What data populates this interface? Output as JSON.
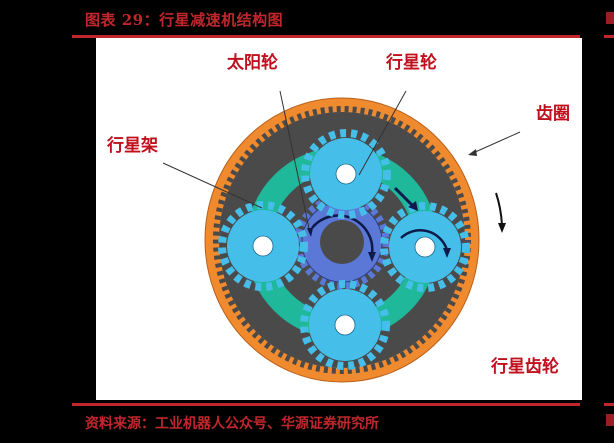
{
  "figure": {
    "title": "图表 29：行星减速机结构图",
    "source": "资料来源：工业机器人公众号、华源证券研究所"
  },
  "diagram": {
    "labels": {
      "sun_gear": "太阳轮",
      "planet_gear": "行星轮",
      "ring_gear": "齿圈",
      "carrier": "行星架",
      "planetary_gear": "行星齿轮"
    },
    "colors": {
      "accent_red": "#c0272d",
      "label_red": "#c0101e",
      "ring_orange": "#f08a2e",
      "gear_dark": "#4a4a4a",
      "carrier_teal": "#1fb89a",
      "planet_blue": "#45bfea",
      "sun_blue": "#5b78d6",
      "arrow_navy": "#0d1a4a"
    }
  }
}
